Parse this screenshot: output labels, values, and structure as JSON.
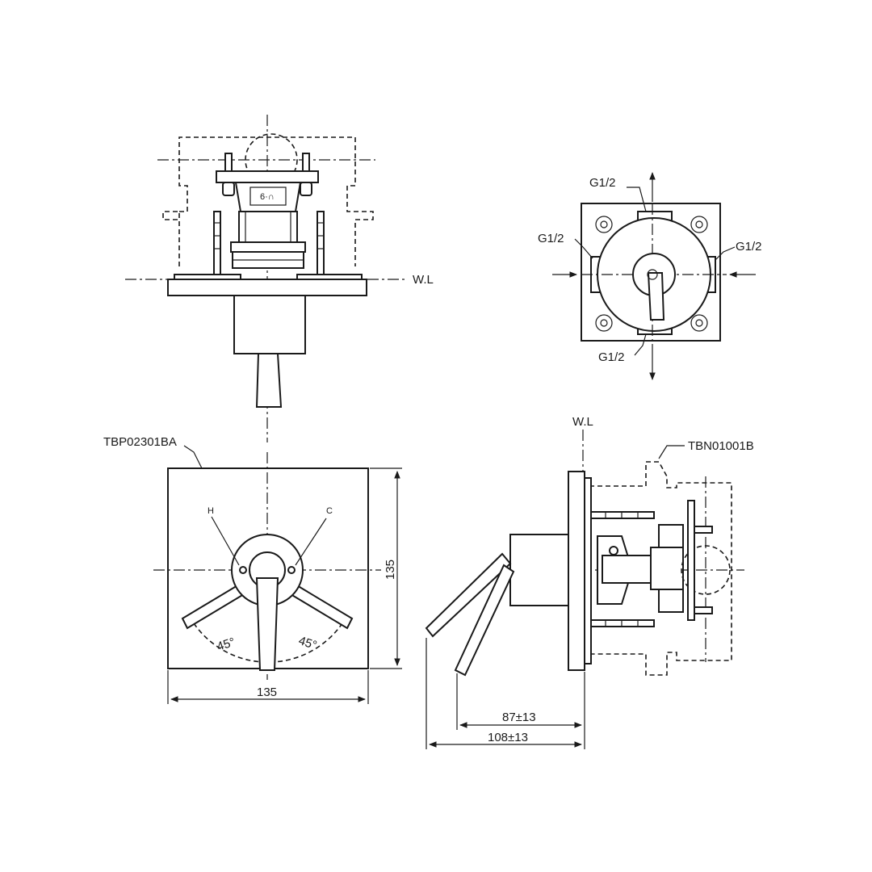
{
  "labels": {
    "port_top": "G1/2",
    "port_left": "G1/2",
    "port_right": "G1/2",
    "port_bottom": "G1/2",
    "wall_line_top_view": "W.L",
    "wall_line_side_view": "W.L",
    "trim_plate_model": "TBP02301BA",
    "valve_body_model": "TBN01001B",
    "hot_mark": "H",
    "cold_mark": "C",
    "angle_left": "45°",
    "angle_right": "45°",
    "plate_width": "135",
    "plate_height": "135",
    "depth_body": "87±13",
    "depth_total": "108±13"
  }
}
